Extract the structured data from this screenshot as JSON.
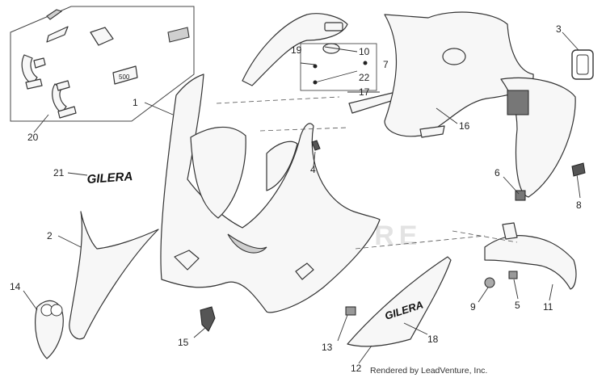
{
  "callouts": [
    "1",
    "2",
    "3",
    "4",
    "5",
    "6",
    "7",
    "8",
    "9",
    "10",
    "11",
    "12",
    "13",
    "14",
    "15",
    "16",
    "17",
    "18",
    "19",
    "20",
    "21",
    "22"
  ],
  "decal_text": "GILERA",
  "badge_text": "500",
  "watermark_text": "VENTURE",
  "credit_text": "Rendered by LeadVenture, Inc."
}
